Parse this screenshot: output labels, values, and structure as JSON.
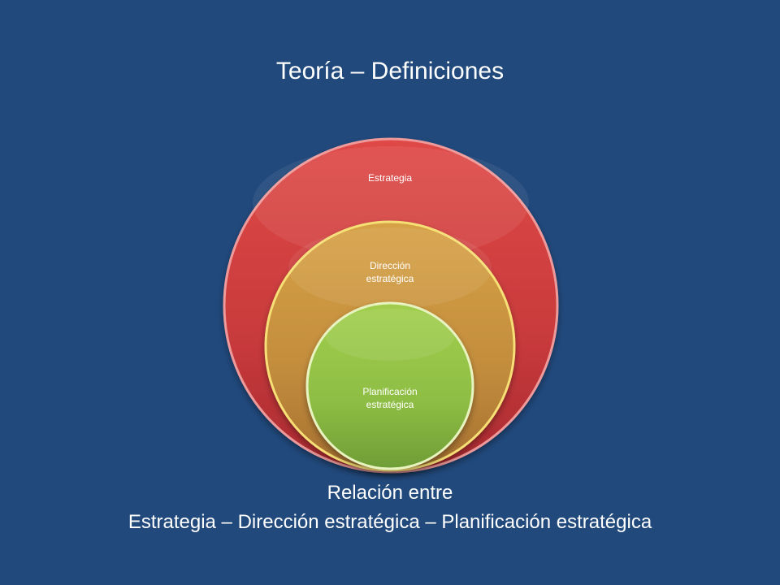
{
  "slide": {
    "title": "Teoría – Definiciones",
    "background_color": "#21497c"
  },
  "diagram": {
    "type": "nested-circles",
    "circles": [
      {
        "label": "Estrategia",
        "color": "#cf3e3e"
      },
      {
        "label": "Dirección\nestratégica",
        "color": "#c9923f"
      },
      {
        "label": "Planificación\nestratégica",
        "color": "#8fbf44"
      }
    ]
  },
  "caption": {
    "line1": "Relación entre",
    "line2": "Estrategia – Dirección estratégica – Planificación estratégica"
  }
}
